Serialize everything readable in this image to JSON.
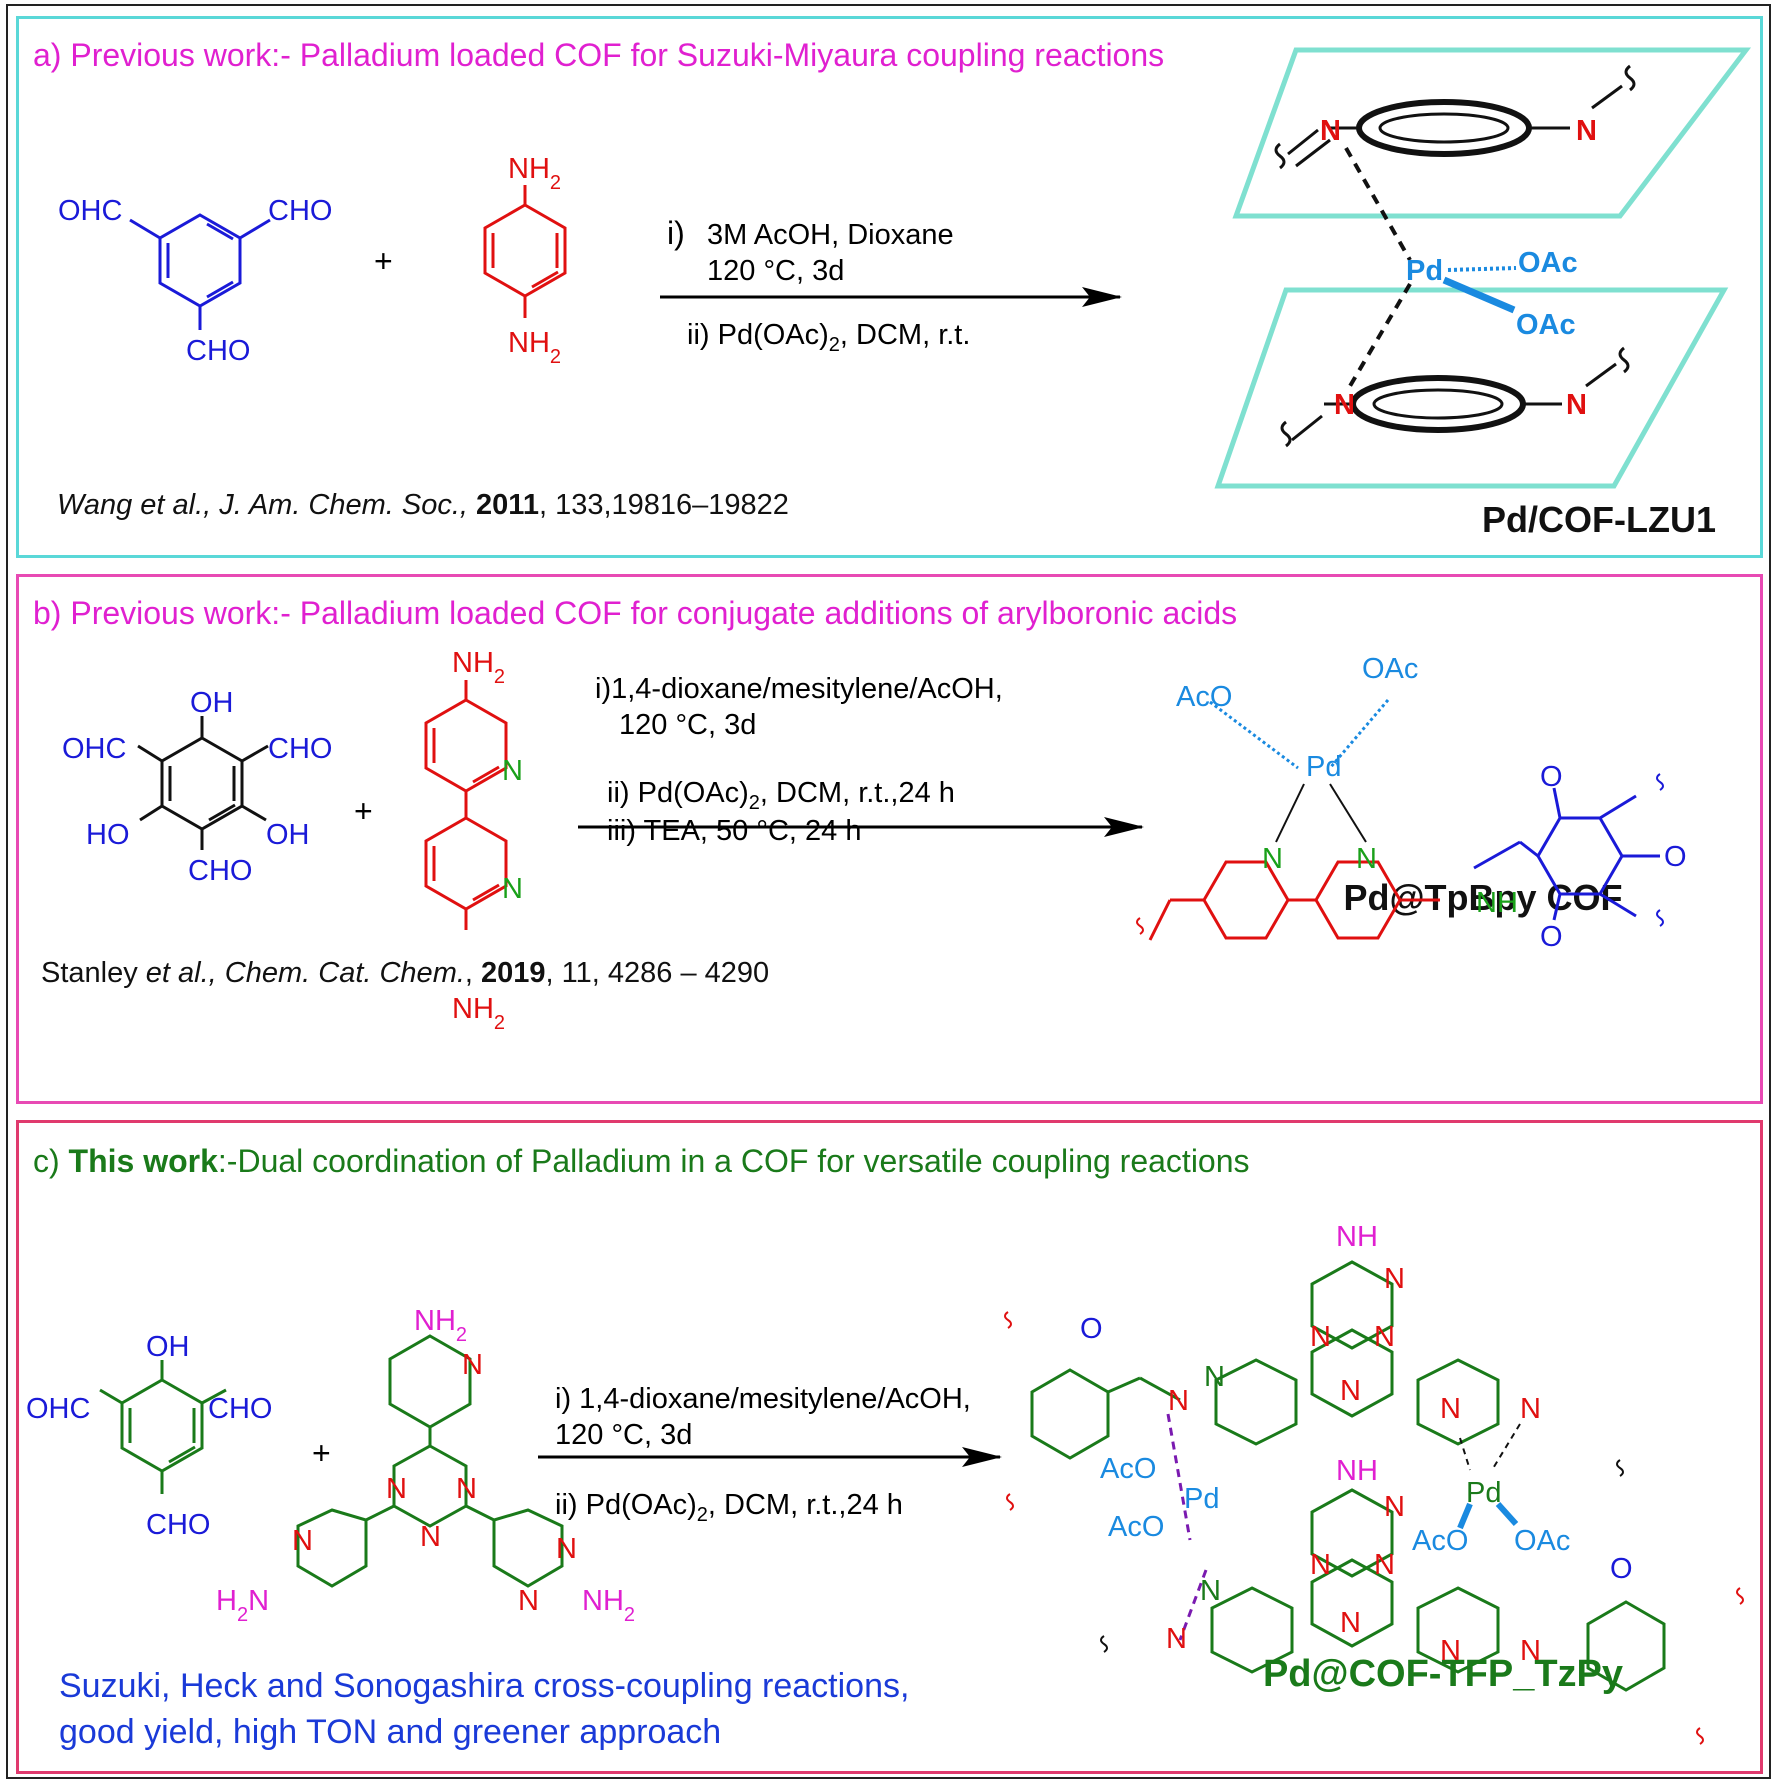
{
  "panel_a": {
    "heading": "a) Previous work:- Palladium loaded COF for Suzuki-Miyaura coupling reactions",
    "reagent1_labels": [
      "OHC",
      "CHO",
      "CHO"
    ],
    "reagent2_labels": [
      "NH2",
      "NH2"
    ],
    "plus": "+",
    "cond_1_num": "i)",
    "cond_1": "3M AcOH, Dioxane",
    "cond_1b": "120 °C, 3d",
    "cond_2": "ii) Pd(OAc)2, DCM, r.t.",
    "product_atoms": [
      "N",
      "N",
      "N",
      "N",
      "Pd",
      "OAc",
      "OAc"
    ],
    "reference_authors": "Wang et al., J. Am. Chem. Soc.,",
    "reference_year": "2011",
    "reference_rest": ", 133,19816–19822",
    "product_name": "Pd/COF-LZU1"
  },
  "panel_b": {
    "heading": "b) Previous work:- Palladium loaded COF for conjugate additions of arylboronic acids",
    "reagent1_labels": [
      "OH",
      "OHC",
      "CHO",
      "HO",
      "OH",
      "CHO"
    ],
    "reagent2_labels": [
      "NH2",
      "N",
      "N",
      "NH2"
    ],
    "plus": "+",
    "cond_1": "i)1,4-dioxane/mesitylene/AcOH,",
    "cond_1b": "120 °C, 3d",
    "cond_2": "ii) Pd(OAc)2, DCM, r.t.,24 h",
    "cond_3": "iii) TEA, 50 °C, 24 h",
    "product_atoms": [
      "AcO",
      "OAc",
      "Pd",
      "N",
      "N",
      "NH",
      "O",
      "O",
      "O"
    ],
    "reference_author": "Stanley",
    "reference_journal": " et al., Chem. Cat. Chem.",
    "reference_year": "2019",
    "reference_rest": ", 11, 4286 – 4290",
    "product_name": "Pd@TpBpy COF"
  },
  "panel_c": {
    "heading_prefix": "c) ",
    "heading_bold": "This work",
    "heading_rest": ":-Dual coordination of Palladium in a COF for versatile coupling reactions",
    "reagent1_labels": [
      "OH",
      "OHC",
      "CHO",
      "CHO"
    ],
    "reagent2_labels": [
      "NH2",
      "N",
      "N",
      "N",
      "N",
      "N",
      "H2N",
      "N",
      "N",
      "NH2"
    ],
    "plus": "+",
    "cond_1": "i) 1,4-dioxane/mesitylene/AcOH,",
    "cond_1b": "120 °C, 3d",
    "cond_2": "ii) Pd(OAc)2, DCM, r.t.,24 h",
    "product_atoms": [
      "O",
      "N",
      "N",
      "NH",
      "N",
      "N",
      "N",
      "N",
      "N",
      "N",
      "Pd",
      "AcO",
      "OAc",
      "AcO",
      "AcO",
      "Pd",
      "NH",
      "N",
      "N",
      "N",
      "N",
      "N",
      "N",
      "N",
      "N",
      "O"
    ],
    "footer_line1": "Suzuki, Heck and Sonogashira cross-coupling reactions,",
    "footer_line2": "good yield, high TON and greener approach",
    "product_name": "Pd@COF-TFP_TzPy"
  },
  "colors": {
    "aldehyde_blue": "#1a1ad8",
    "amine_red": "#e01010",
    "triazine_green": "#1a7a1a",
    "amine_magenta": "#e020d0",
    "pd_blue": "#1a8ae0",
    "panel_a_border": "#5ad8d8",
    "panel_b_border": "#e84ab4",
    "panel_c_border": "#e03a6e"
  }
}
